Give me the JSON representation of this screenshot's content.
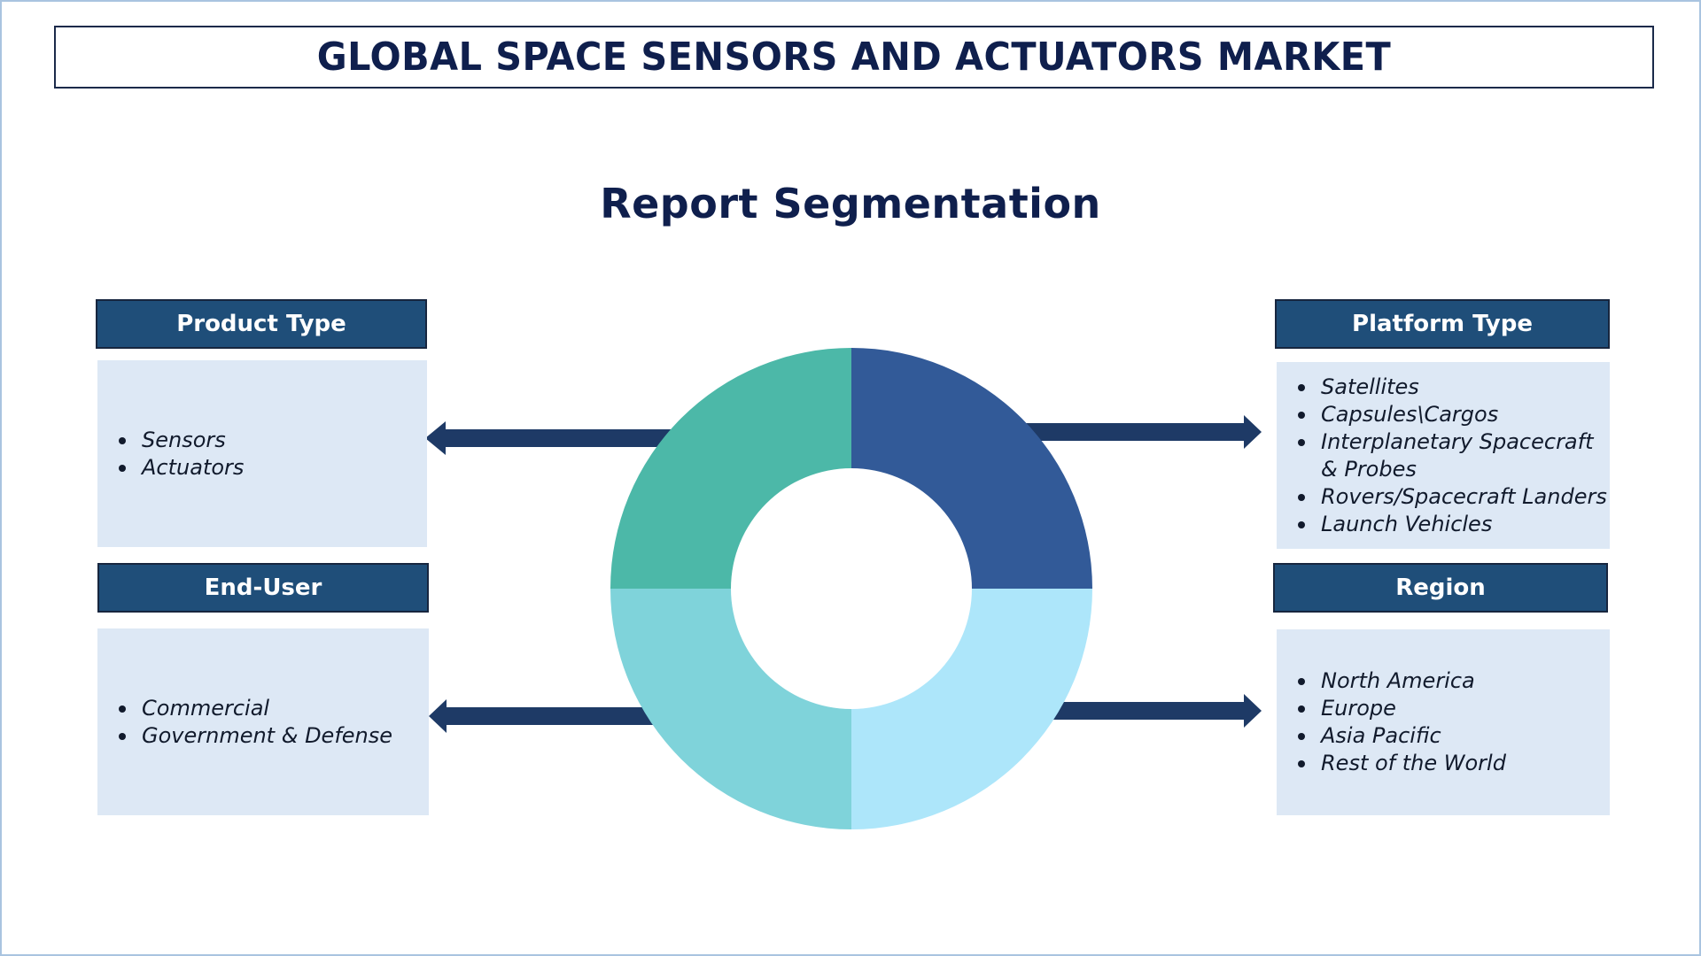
{
  "header": {
    "title": "GLOBAL SPACE SENSORS AND ACTUATORS MARKET",
    "subtitle": "Report Segmentation"
  },
  "colors": {
    "title_text": "#0f1f4d",
    "segment_header_bg": "#1f4e79",
    "segment_body_bg": "#dde8f5",
    "arrow": "#1e3a66",
    "donut_top_right": "#325a98",
    "donut_top_left": "#4cb8a8",
    "donut_bottom_left": "#7fd3da",
    "donut_bottom_right": "#ade6fa"
  },
  "segments": {
    "product_type": {
      "title": "Product Type",
      "items": [
        "Sensors",
        "Actuators"
      ]
    },
    "end_user": {
      "title": "End-User",
      "items": [
        "Commercial",
        "Government & Defense"
      ]
    },
    "platform_type": {
      "title": "Platform Type",
      "items": [
        "Satellites",
        "Capsules\\Cargos",
        "Interplanetary Spacecraft",
        "& Probes",
        "Rovers/Spacecraft Landers",
        "Launch Vehicles"
      ]
    },
    "region": {
      "title": "Region",
      "items": [
        "North America",
        "Europe",
        "Asia Pacific",
        "Rest of the World"
      ]
    }
  },
  "donut": {
    "quadrants": [
      "top-right",
      "top-left",
      "bottom-left",
      "bottom-right"
    ],
    "links": [
      "platform_type",
      "product_type",
      "end_user",
      "region"
    ]
  },
  "icons": {
    "arrow_left": "arrow-left-icon",
    "arrow_right": "arrow-right-icon"
  }
}
